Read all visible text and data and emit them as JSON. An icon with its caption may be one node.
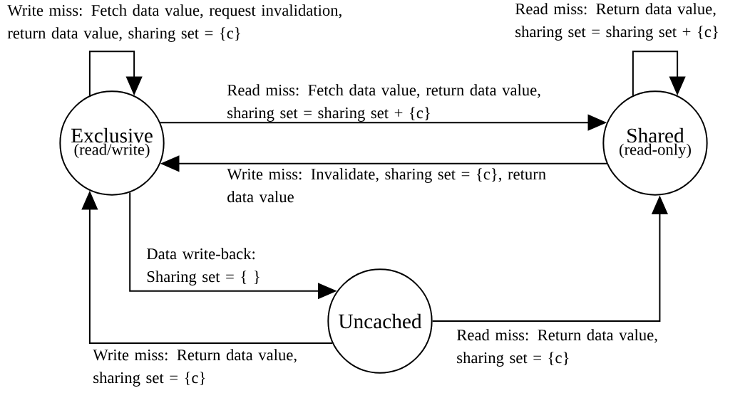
{
  "diagram": {
    "nodes": [
      {
        "text": [
          "Exclusive",
          "(read/write)"
        ]
      },
      {
        "text": [
          "Shared",
          "(read-only)"
        ]
      },
      {
        "text": [
          "Uncached"
        ]
      }
    ],
    "edges": [
      {
        "from": 0,
        "to": 0,
        "arrow": "to",
        "label": "Write miss: Fetch data value, request invalidation, return data value, sharing set = {c}"
      },
      {
        "from": 1,
        "to": 1,
        "arrow": "to",
        "label": "Read miss: Return data value, sharing set = sharing set + {c}"
      },
      {
        "from": 0,
        "to": 1,
        "arrow": "to",
        "label": "Read miss: Fetch data value, return data value, sharing set = sharing set + {c}"
      },
      {
        "from": 1,
        "to": 0,
        "arrow": "to",
        "label": "Write miss: Invalidate, sharing set = {c}, return data value"
      },
      {
        "from": 0,
        "to": 2,
        "arrow": "to",
        "label": "Data write-back: Sharing set = { }"
      },
      {
        "from": 2,
        "to": 0,
        "arrow": "to",
        "label": "Write miss: Return data value, sharing set = {c}"
      },
      {
        "from": 2,
        "to": 1,
        "arrow": "to",
        "label": "Read miss: Return data value, sharing set = {c}"
      }
    ]
  }
}
